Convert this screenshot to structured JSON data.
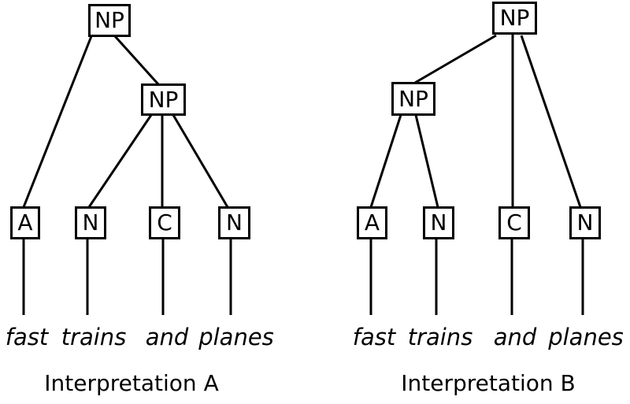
{
  "diagram": {
    "background_color": "#ffffff",
    "line_color": "#000000",
    "trees": [
      {
        "caption": "Interpretation A",
        "root_label": "NP",
        "inner_label": "NP",
        "leaves": [
          "A",
          "N",
          "C",
          "N"
        ],
        "words": [
          "fast",
          "trains",
          "and",
          "planes"
        ]
      },
      {
        "caption": "Interpretation B",
        "root_label": "NP",
        "inner_label": "NP",
        "leaves": [
          "A",
          "N",
          "C",
          "N"
        ],
        "words": [
          "fast",
          "trains",
          "and",
          "planes"
        ]
      }
    ]
  }
}
